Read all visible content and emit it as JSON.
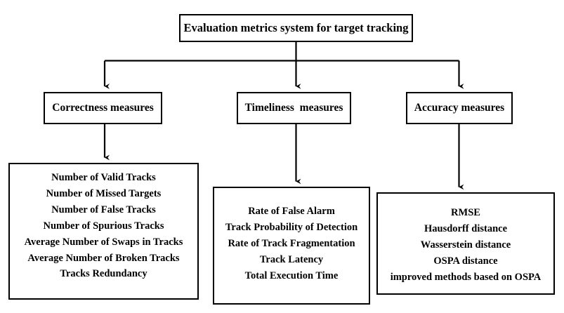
{
  "diagram": {
    "type": "tree-hierarchy",
    "orientation": "top-down",
    "colors": {
      "background": "#ffffff",
      "border": "#000000",
      "text": "#000000",
      "connector": "#000000"
    },
    "root": {
      "label": "Evaluation metrics system for target tracking"
    },
    "branches": [
      {
        "label": "Correctness measures",
        "metrics": [
          "Number of Valid Tracks",
          "Number of Missed Targets",
          "Number of False Tracks",
          "Number of Spurious Tracks",
          "Average Number of Swaps in Tracks",
          "Average Number of Broken Tracks",
          "Tracks Redundancy"
        ]
      },
      {
        "label": "Timeliness  measures",
        "metrics": [
          "Rate of False Alarm",
          "Track Probability of Detection",
          "Rate of Track Fragmentation",
          "Track Latency",
          "Total Execution Time"
        ]
      },
      {
        "label": "Accuracy measures",
        "metrics": [
          "RMSE",
          "Hausdorff distance",
          "Wasserstein distance",
          "OSPA distance",
          "improved methods based on OSPA"
        ]
      }
    ]
  }
}
